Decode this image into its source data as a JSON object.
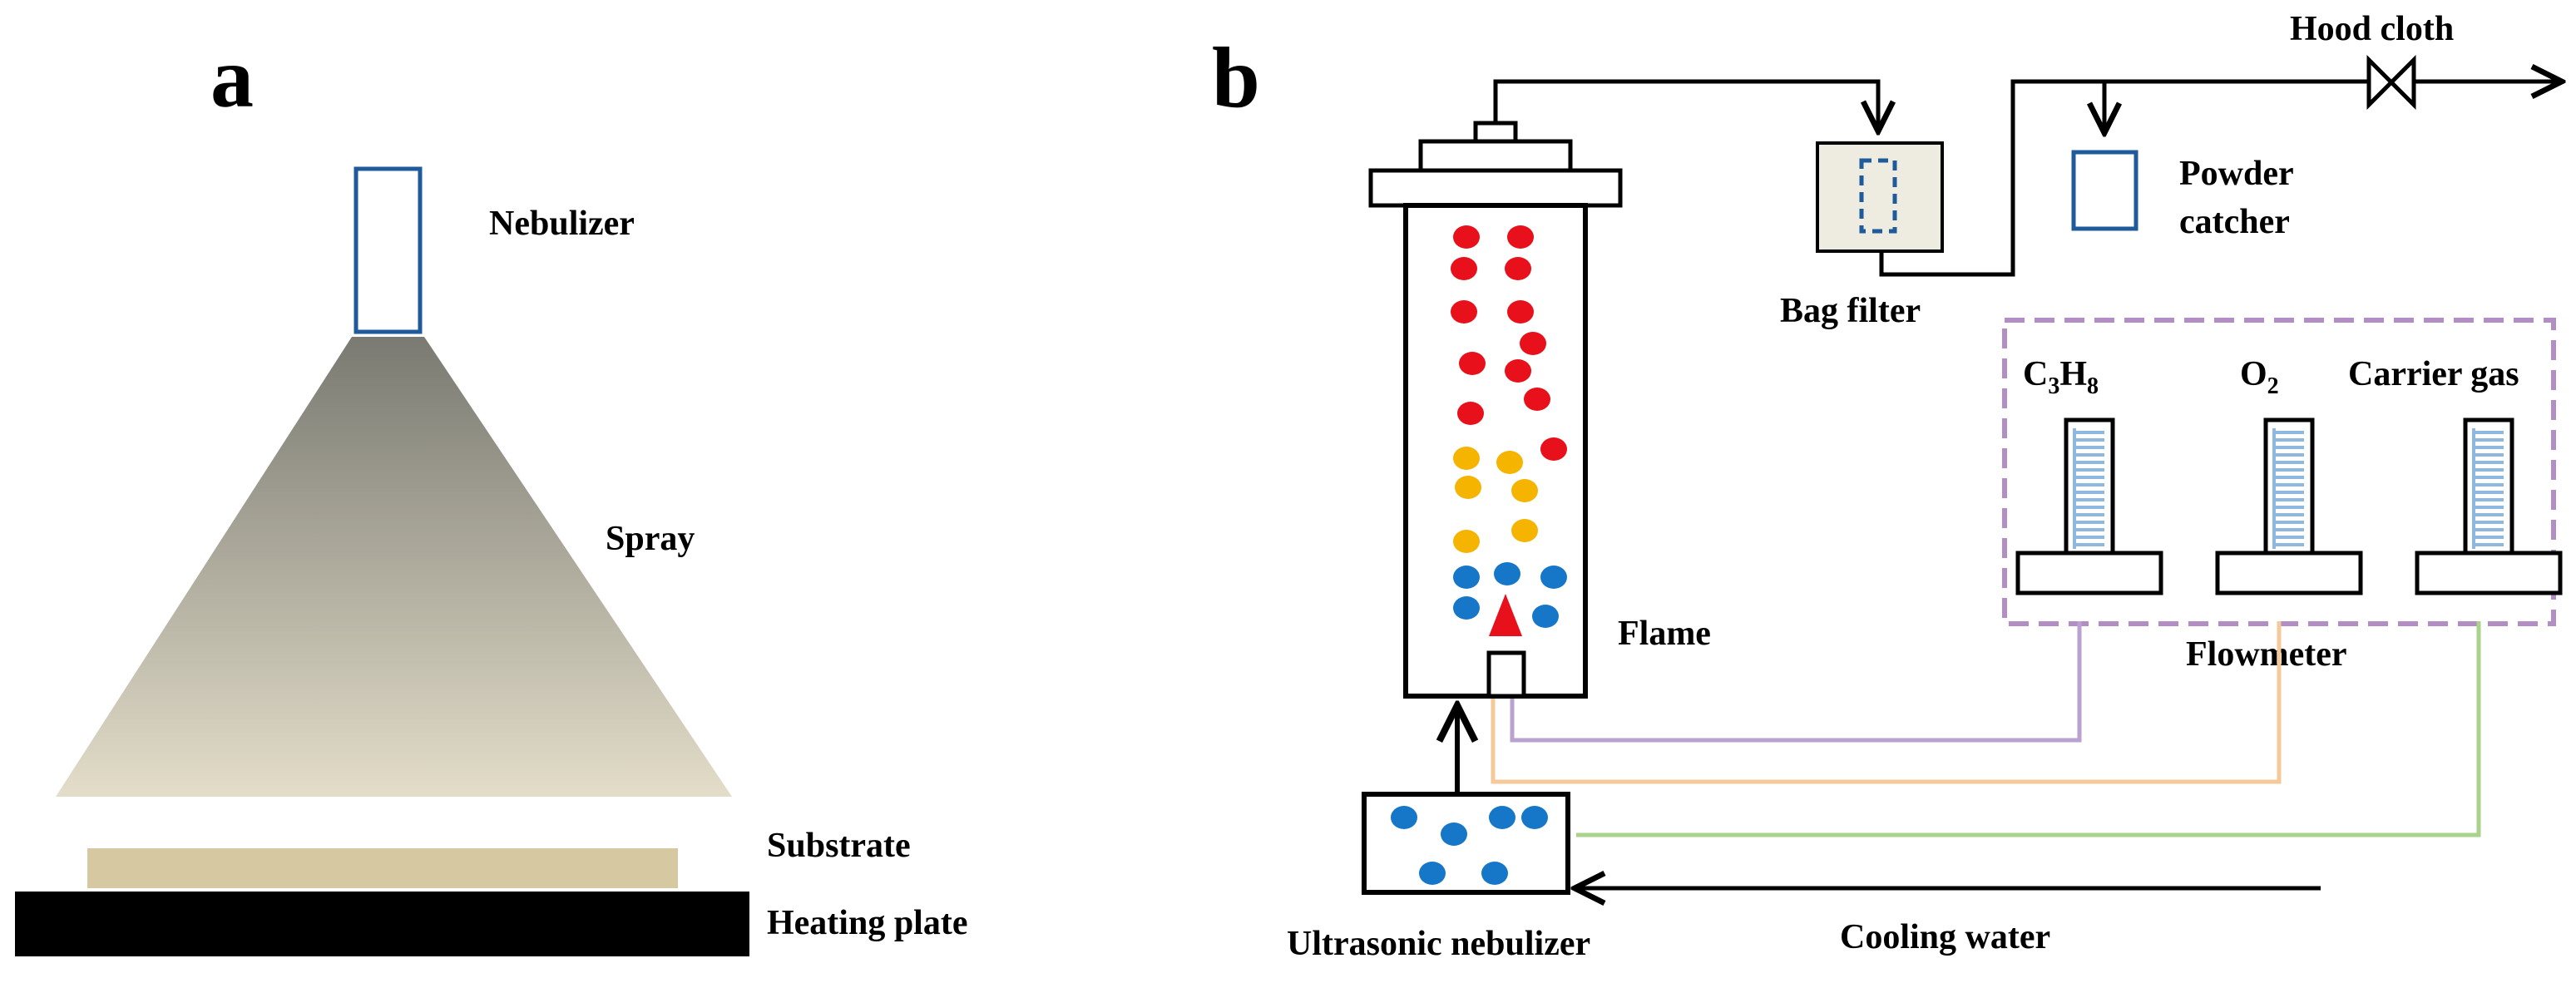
{
  "panel_a": {
    "letter": "a",
    "labels": {
      "nebulizer": "Nebulizer",
      "spray": "Spray",
      "substrate": "Substrate",
      "heating_plate": "Heating plate"
    }
  },
  "panel_b": {
    "letter": "b",
    "labels": {
      "hood_cloth": "Hood cloth",
      "bag_filter": "Bag filter",
      "powder_catcher_line1": "Powder",
      "powder_catcher_line2": "catcher",
      "c3h8_c": "C",
      "c3h8_3": "3",
      "c3h8_h": "H",
      "c3h8_8": "8",
      "o2_o": "O",
      "o2_2": "2",
      "carrier_gas": "Carrier  gas",
      "flame": "Flame",
      "flowmeter": "Flowmeter",
      "ultrasonic_nebulizer": "Ultrasonic  nebulizer",
      "cooling_water": "Cooling water"
    }
  },
  "colors": {
    "nebulizer_outline": "#1f5a9a",
    "spray_top": "#7a7a72",
    "spray_bottom": "#e3ddc9",
    "substrate": "#d6c9a2",
    "heating_plate": "#000000",
    "particle_red": "#e8101a",
    "particle_yellow": "#f5b400",
    "particle_blue": "#1677c9",
    "flame_triangle": "#e8101a",
    "bag_filter_fill": "#eeece1",
    "flowmeter_box": "#b38ec4",
    "flowmeter_scale": "#8fb8e0",
    "line_c3h8": "#b9a2cf",
    "line_o2": "#f6c99a",
    "line_carrier": "#a9d28a"
  }
}
